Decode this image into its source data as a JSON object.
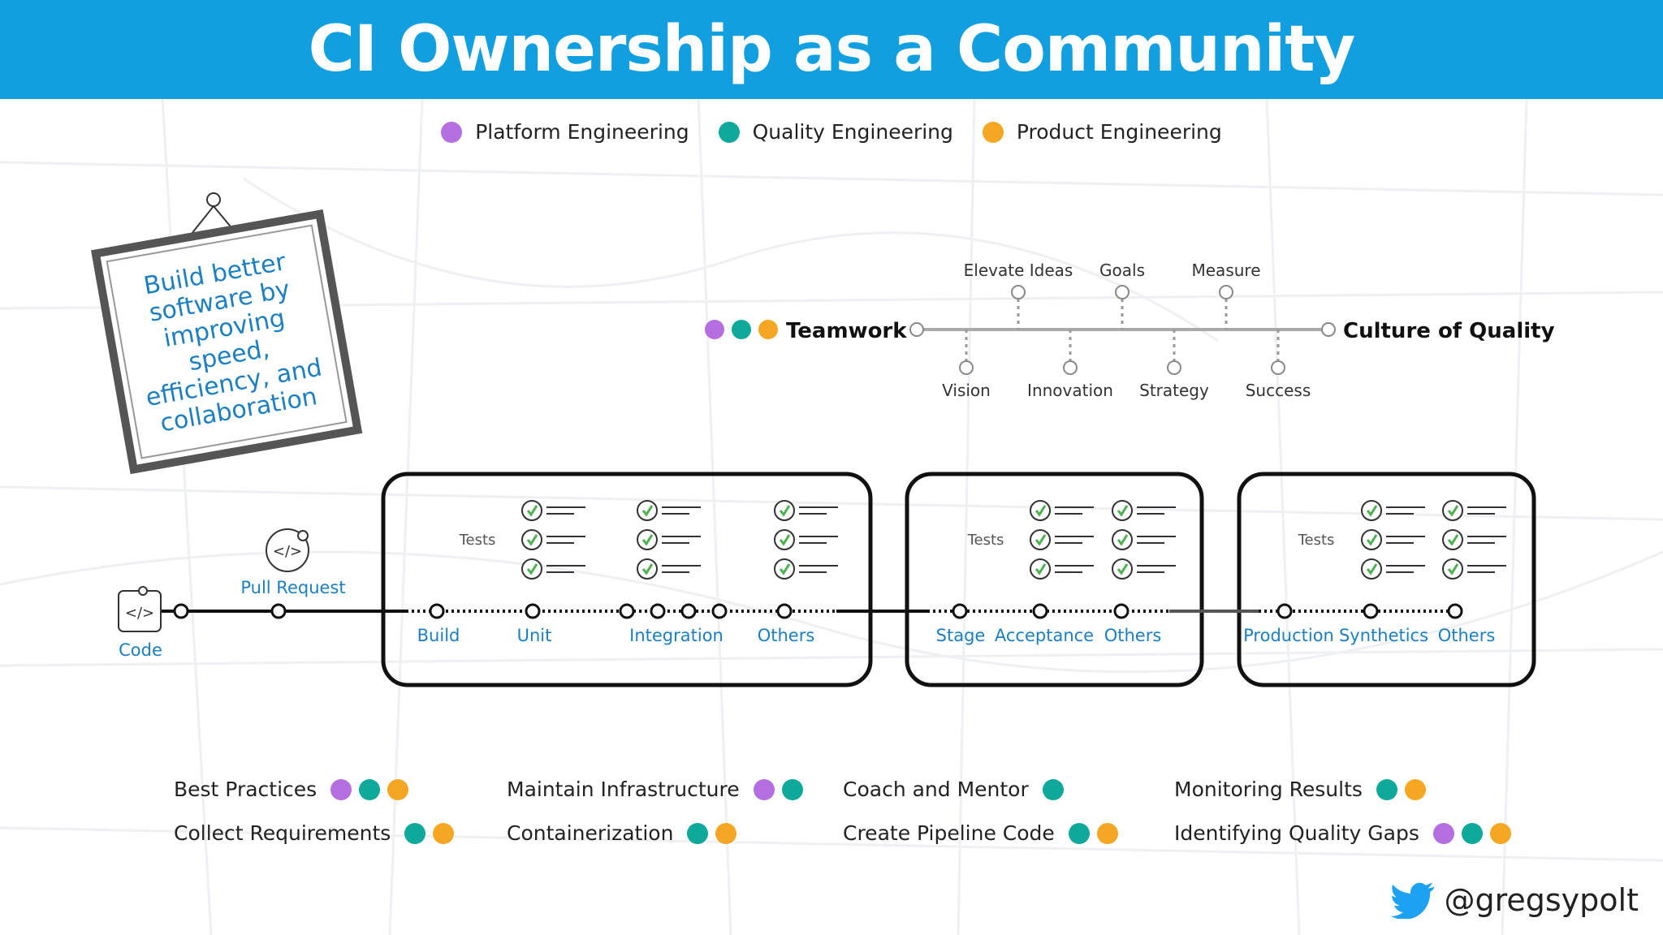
{
  "title": "CI Ownership as a Community",
  "legend": [
    {
      "label": "Platform Engineering",
      "color": "#b56ee0"
    },
    {
      "label": "Quality Engineering",
      "color": "#0fa99c"
    },
    {
      "label": "Product Engineering",
      "color": "#f5a623"
    }
  ],
  "sign": {
    "lines": [
      "Build better",
      "software by",
      "improving",
      "speed,",
      "efficiency, and",
      "collaboration"
    ]
  },
  "timeline": {
    "start": "Teamwork",
    "end": "Culture of Quality",
    "top_labels": [
      "Elevate Ideas",
      "Goals",
      "Measure"
    ],
    "bottom_labels": [
      "Vision",
      "Innovation",
      "Strategy",
      "Success"
    ]
  },
  "pipeline": {
    "code": "Code",
    "pull_request": "Pull Request",
    "tests_label": "Tests",
    "stage1": [
      "Build",
      "Unit",
      "Integration",
      "Others"
    ],
    "stage2": [
      "Stage",
      "Acceptance",
      "Others"
    ],
    "stage3": [
      "Production",
      "Synthetics",
      "Others"
    ]
  },
  "responsibilities": [
    {
      "label": "Best Practices",
      "colors": [
        "purple",
        "teal",
        "orange"
      ]
    },
    {
      "label": "Collect Requirements",
      "colors": [
        "teal",
        "orange"
      ]
    },
    {
      "label": "Maintain Infrastructure",
      "colors": [
        "purple",
        "teal"
      ]
    },
    {
      "label": "Containerization",
      "colors": [
        "teal",
        "orange"
      ]
    },
    {
      "label": "Coach and Mentor",
      "colors": [
        "teal"
      ]
    },
    {
      "label": "Create Pipeline Code",
      "colors": [
        "teal",
        "orange"
      ]
    },
    {
      "label": "Monitoring Results",
      "colors": [
        "teal",
        "orange"
      ]
    },
    {
      "label": "Identifying Quality Gaps",
      "colors": [
        "purple",
        "teal",
        "orange"
      ]
    }
  ],
  "twitter": {
    "handle": "@gregsypolt",
    "icon": "twitter-bird-icon"
  }
}
